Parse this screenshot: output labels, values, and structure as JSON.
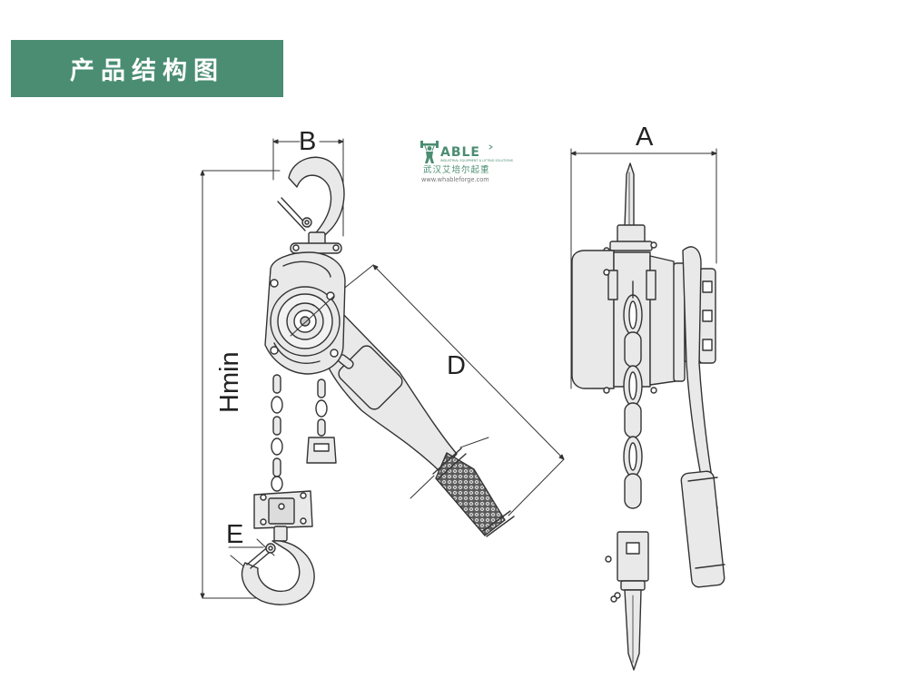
{
  "header": {
    "title": "产品结构图"
  },
  "logo": {
    "wordmark": "ABLE",
    "chinese_name": "武汉艾培尔起重",
    "tagline": "INDUSTRIAL EQUIPMENT & LIFTING SOLUTIONS",
    "website": "www.whableforge.com"
  },
  "dimensions": {
    "a": "A",
    "b": "B",
    "d": "D",
    "e": "E",
    "hmin": "Hmin"
  },
  "colors": {
    "accent": "#4a8d72",
    "line": "#333333",
    "part_fill": "#e9e9e9"
  }
}
